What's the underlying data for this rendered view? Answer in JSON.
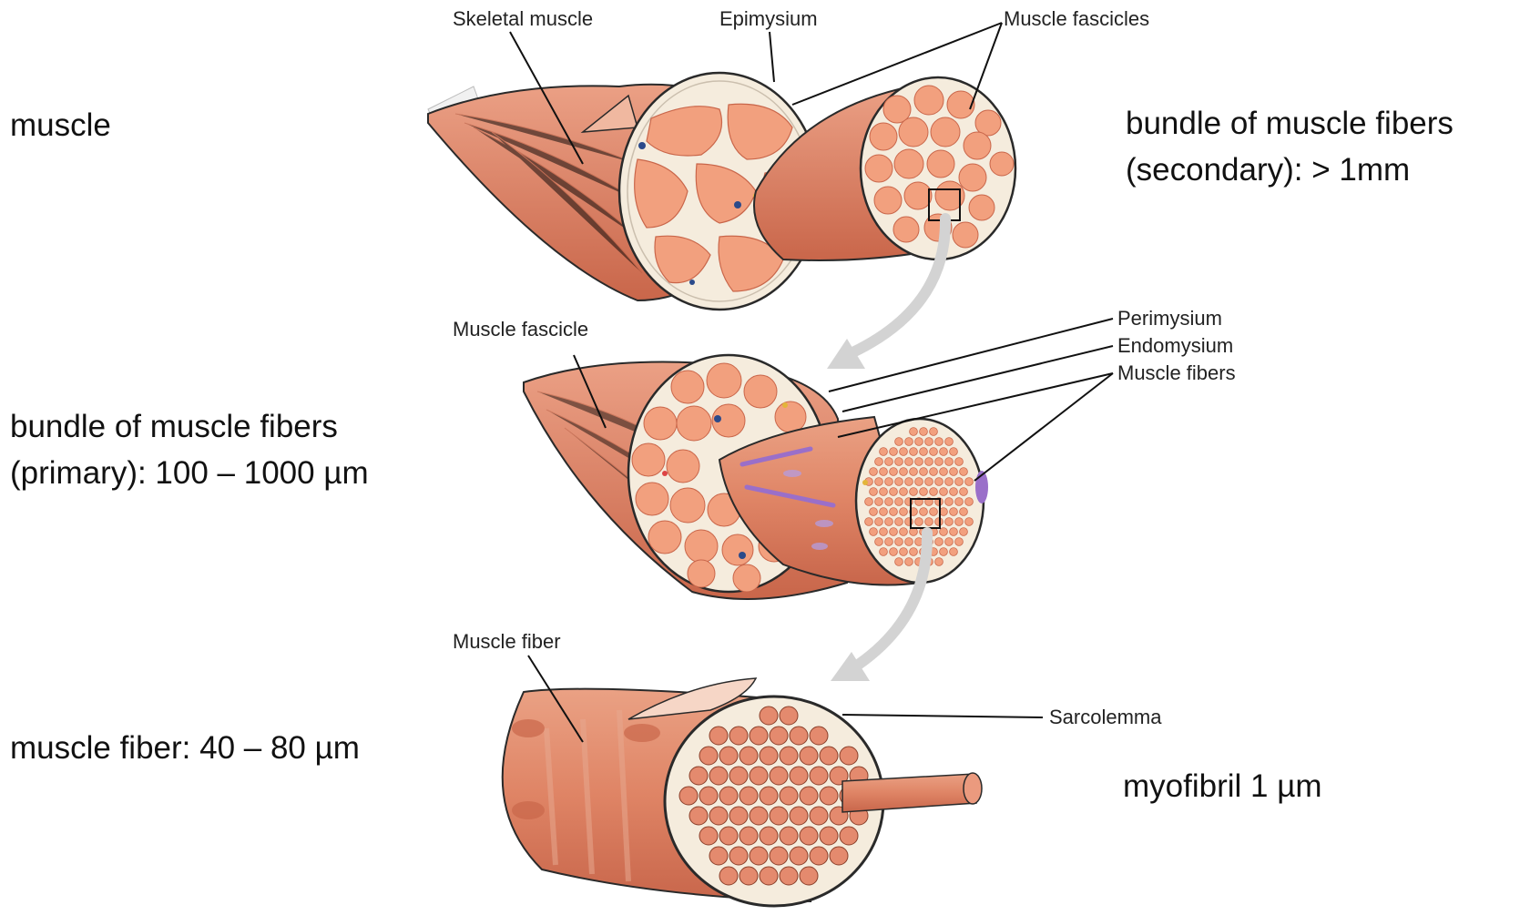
{
  "side_labels": {
    "muscle": "muscle",
    "secondary": {
      "line1": "bundle of muscle fibers",
      "line2": "(secondary): > 1mm"
    },
    "primary": {
      "line1": "bundle of muscle fibers",
      "line2": "(primary): 100 – 1000 µm"
    },
    "fiber": "muscle fiber: 40 – 80 µm",
    "myofibril": "myofibril 1 µm"
  },
  "diagram_labels": {
    "skeletal_muscle": "Skeletal muscle",
    "epimysium": "Epimysium",
    "muscle_fascicles": "Muscle fascicles",
    "muscle_fascicle": "Muscle fascicle",
    "perimysium": "Perimysium",
    "endomysium": "Endomysium",
    "muscle_fibers": "Muscle fibers",
    "muscle_fiber": "Muscle fiber",
    "sarcolemma": "Sarcolemma"
  },
  "colors": {
    "muscle": "#e48a6e",
    "muscle_dark": "#c9664a",
    "fascicle_fill": "#f2a07e",
    "connective": "#f5ecdd",
    "outline": "#2a2a2a",
    "arrow": "#d3d3d3",
    "purple": "#9a6fc9",
    "blue_vessel": "#2b4a8a"
  }
}
